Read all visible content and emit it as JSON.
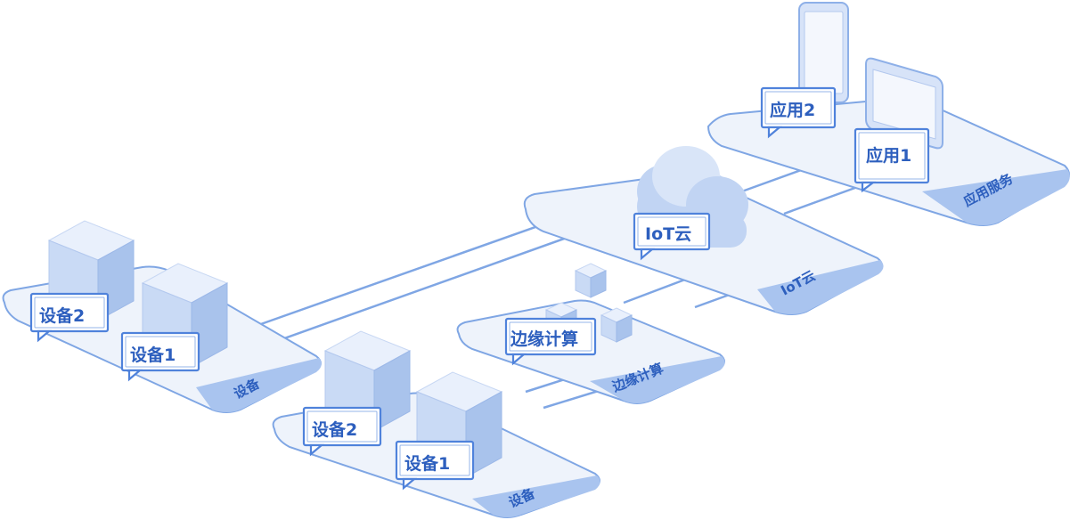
{
  "zones": {
    "app_service": {
      "band_label": "应用服务",
      "app2": "应用2",
      "app1": "应用1"
    },
    "iot_cloud": {
      "band_label": "IoT云",
      "tag": "IoT云"
    },
    "edge": {
      "band_label": "边缘计算",
      "tag": "边缘计算"
    },
    "device_group_a": {
      "band_label": "设备",
      "dev2": "设备2",
      "dev1": "设备1"
    },
    "device_group_b": {
      "band_label": "设备",
      "dev2": "设备2",
      "dev1": "设备1"
    }
  },
  "colors": {
    "accent": "#4f82db",
    "platform": "#eef3fb",
    "band": "#a9c4ef"
  }
}
